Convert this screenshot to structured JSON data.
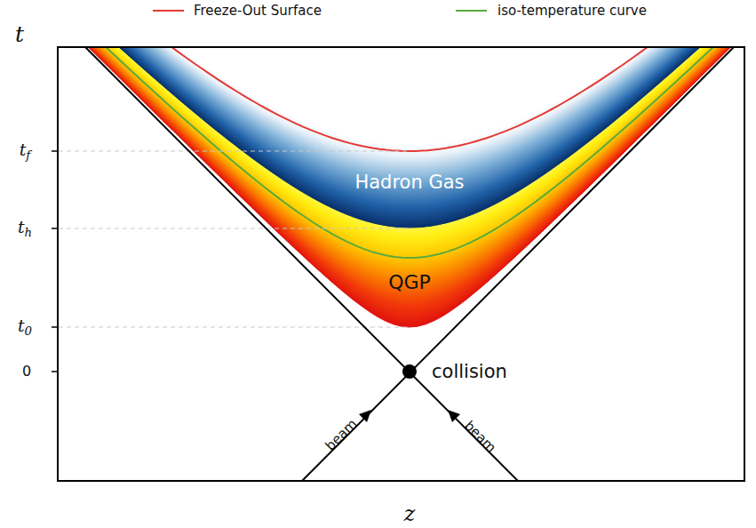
{
  "diagram": {
    "labels": [
      "t",
      "tf",
      "th",
      "t0",
      "0",
      "Hadron Gas",
      "QGP",
      "collision",
      "beam",
      "beam",
      "z"
    ],
    "legend": [
      {
        "text": "Freeze-Out Surface"
      },
      {
        "text": "iso-temperature curve"
      }
    ]
  }
}
